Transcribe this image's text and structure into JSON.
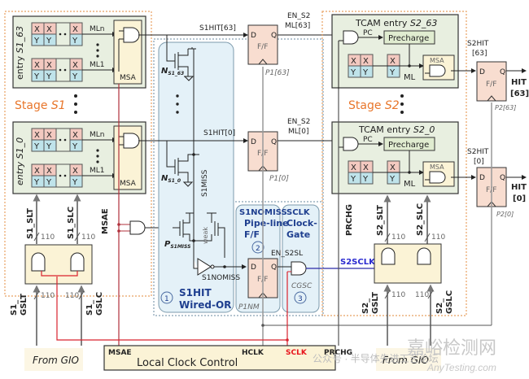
{
  "colors": {
    "stage_border": "#e8a060",
    "wired_or_fill": "#e4f1f8",
    "entry_fill": "#e8efe0",
    "msa_fill": "#fbf3d6",
    "ff_fill": "#f8ddd0",
    "cell_x": "#f3c9c0",
    "cell_y": "#bfe3ea",
    "red_wire": "#d9232e",
    "blue_wire": "#2a2aa8",
    "sclk_text": "#e8131b",
    "s2sclk_text": "#2a2ad0",
    "stage_label": "#e8762b"
  },
  "stage1": {
    "label_prefix": "Stage ",
    "label_id": "S1",
    "entry_top": {
      "label_prefix": "entry ",
      "label_id": "S1_63",
      "ml_n": "MLn",
      "ml_1": "ML1",
      "msa": "MSA"
    },
    "entry_bottom": {
      "label_prefix": "entry ",
      "label_id": "S1_0",
      "ml_n": "MLn",
      "ml_1": "ML1",
      "msa": "MSA"
    },
    "cell_x": "X",
    "cell_y": "Y",
    "signals": {
      "slt": "S1_SLT",
      "slc": "S1_SLC",
      "gslt_1": "S1_",
      "gslt_2": "GSLT",
      "gslc_1": "S1_",
      "gslc_2": "GSLC",
      "msae": "MSAE"
    },
    "bus_width": "110"
  },
  "wired_or": {
    "n_top": "N",
    "n_top_sub": "S1_63",
    "n_bottom": "N",
    "n_bottom_sub": "S1_0",
    "p_label": "P",
    "p_sub": "S1MISS",
    "weak": "weak",
    "s1miss": "S1MISS",
    "s1nomiss": "S1NOMISS",
    "title_1": "S1HIT",
    "title_2": "Wired-OR",
    "number": "1"
  },
  "pipeline_ff": {
    "title_1": "S1NOMISS",
    "title_2": "Pipe-line",
    "title_3": "F/F",
    "number": "2",
    "ff_name": "P1NM",
    "out": "EN_S2SL"
  },
  "clock_gate": {
    "title_1": "SCLK",
    "title_2": "Clock-",
    "title_3": "Gate",
    "number": "3",
    "gate_name": "CGSC"
  },
  "ff_labels": {
    "d": "D",
    "q": "Q",
    "ff": "F/F"
  },
  "p1": {
    "top": {
      "in": "S1HIT[63]",
      "out_1": "EN_S2",
      "out_2": "ML[63]",
      "name": "P1[63]"
    },
    "bottom": {
      "in": "S1HIT[0]",
      "out_1": "EN_S2",
      "out_2": "ML[0]",
      "name": "P1[0]"
    }
  },
  "stage2": {
    "label_prefix": "Stage ",
    "label_id": "S2",
    "entry_top": {
      "label_prefix": "TCAM entry ",
      "label_id": "S2_63",
      "pc": "PC",
      "precharge": "Precharge",
      "msa": "MSA",
      "ml": "ML"
    },
    "entry_bottom": {
      "label_prefix": "TCAM entry ",
      "label_id": "S2_0",
      "pc": "PC",
      "precharge": "Precharge",
      "msa": "MSA",
      "ml": "ML"
    },
    "signals": {
      "prchg": "PRCHG",
      "slt": "S2_SLT",
      "slc": "S2_SLC",
      "gslt_1": "S2_",
      "gslt_2": "GSLT",
      "gslc_1": "S2_",
      "gslc_2": "GSLC",
      "s2sclk": "S2SCLK"
    },
    "bus_width": "110"
  },
  "p2": {
    "top": {
      "in_1": "S2HIT",
      "in_2": "[63]",
      "out_1": "HIT",
      "out_2": "[63]",
      "name": "P2[63]"
    },
    "bottom": {
      "in_1": "S2HIT",
      "in_2": "[0]",
      "out_1": "HIT",
      "out_2": "[0]",
      "name": "P2[0]"
    }
  },
  "local_clock_control": {
    "title": "Local Clock Control",
    "msae": "MSAE",
    "hclk": "HCLK",
    "sclk": "SCLK",
    "prchg": "PRCHG"
  },
  "from_gio_left": "From GIO",
  "from_gio_right": "From GIO",
  "watermark": {
    "line_1": "公众号 · 半导体先进工艺论坛",
    "line_2": "嘉峪检测网",
    "line_3": "AnyTesting.com"
  }
}
